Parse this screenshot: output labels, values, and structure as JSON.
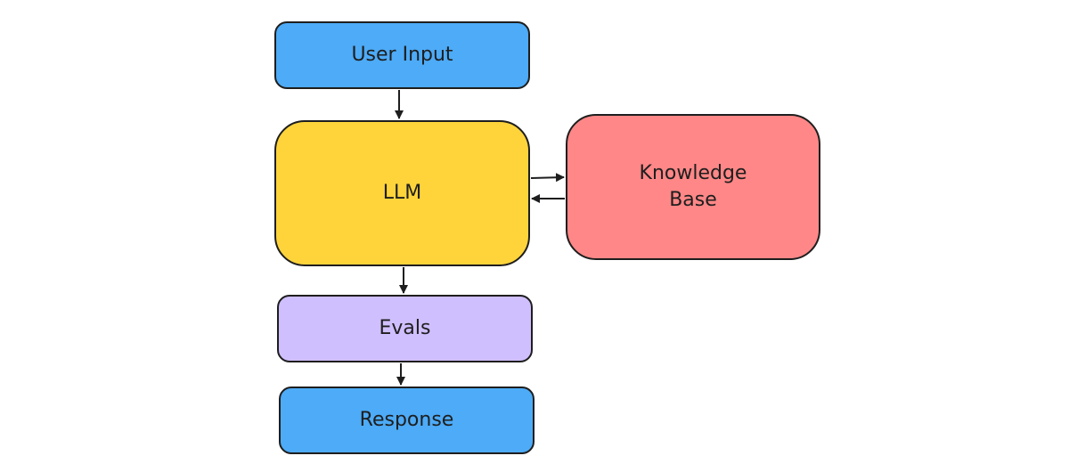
{
  "colors": {
    "blue": "#4dabf7",
    "yellow": "#ffd43b",
    "red": "#ff8787",
    "purple": "#d0bfff",
    "stroke": "#1e1e1e"
  },
  "nodes": {
    "user_input": {
      "label": "User Input"
    },
    "llm": {
      "label": "LLM"
    },
    "knowledge_base": {
      "label": "Knowledge\nBase"
    },
    "evals": {
      "label": "Evals"
    },
    "response": {
      "label": "Response"
    }
  },
  "edges": [
    {
      "from": "User Input",
      "to": "LLM"
    },
    {
      "from": "LLM",
      "to": "Knowledge Base"
    },
    {
      "from": "Knowledge Base",
      "to": "LLM"
    },
    {
      "from": "LLM",
      "to": "Evals"
    },
    {
      "from": "Evals",
      "to": "Response"
    }
  ]
}
